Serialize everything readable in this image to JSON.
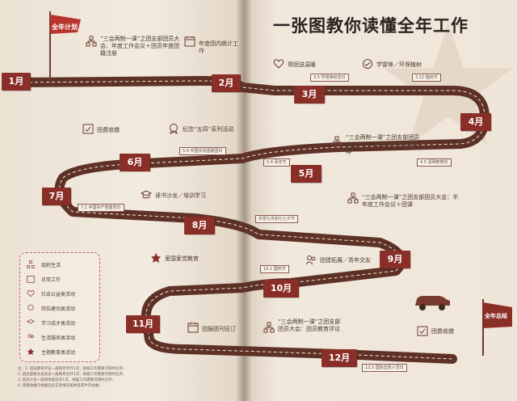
{
  "title": "一张图教你读懂全年工作",
  "flags": {
    "start": "全年计划",
    "end": "全年总结"
  },
  "months": [
    "1月",
    "2月",
    "3月",
    "4月",
    "5月",
    "6月",
    "7月",
    "8月",
    "9月",
    "10月",
    "11月",
    "12月"
  ],
  "items": {
    "jan": "“三会两制一课”之团支部团员大会、年度工作会议＋团员年度团籍注册",
    "feb": "年度团内统计工作",
    "mar": "帮困送温暖",
    "mar_tag": "3.5 学雷锋纪念日",
    "apr": "学雷锋／环保植树",
    "apr_tag": "3.12 植树节",
    "may": "“三会两制一课”之团支部团员大会：学习上级文件和会议精神",
    "may_tag1": "5.4 青年节",
    "may_tag2": "4.5 清明祭英烈",
    "jun": "纪念“五四”系列活动",
    "jun_tag": "5.5 中国共青团建团日",
    "jul_tag": "7.1 中国共产党建党日",
    "jun_fee": "团费收缴",
    "aug": "读书沙龙／培训学习",
    "aug_tag": "庆祝七月初七七夕节",
    "sep": "“三会两制一课”之团支部团员大会：半年度工作会议＋团课",
    "oct": "团建拓展／青年交友",
    "oct_tag": "10.1 国庆节",
    "nov_edu": "爱国爱党教育",
    "nov": "团报团刊征订",
    "dec": "“三会两制一课”之团支部团员大会：团员教育评议",
    "dec_fee": "团费收缴",
    "dec_tag": "12.5 国际志愿人员日"
  },
  "legend": [
    "组织生活",
    "日常工作",
    "社会公益类活动",
    "岗位建功类活动",
    "学习成才类活动",
    "生活服务类活动",
    "主题教育类活动"
  ],
  "notes": [
    "注：1. 团员教育评议一般每年举行1次，根据工作需要可随时召开。",
    "2. 团支部委员会会议一般每月召开1次，根据工作需要可随时召开。",
    "3. 团员大会一般每季度召开1次，根据工作需要可随时召开。",
    "4. 团费收缴可根据团员实际情况按季度或半年收缴。"
  ],
  "colors": {
    "accent": "#8a2e28",
    "road": "#5e3127",
    "page": "#f2eadf"
  }
}
